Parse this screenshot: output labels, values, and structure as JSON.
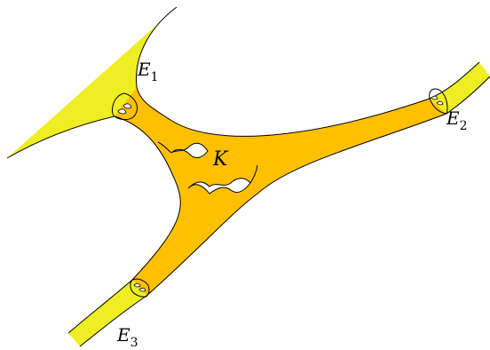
{
  "labels": {
    "core": "K",
    "end1": {
      "base": "E",
      "sub": "1"
    },
    "end2": {
      "base": "E",
      "sub": "2"
    },
    "end3": {
      "base": "E",
      "sub": "3"
    }
  },
  "colors": {
    "core_fill": "#FFC000",
    "end_fill": "#EEEE22",
    "stroke": "#000000"
  }
}
